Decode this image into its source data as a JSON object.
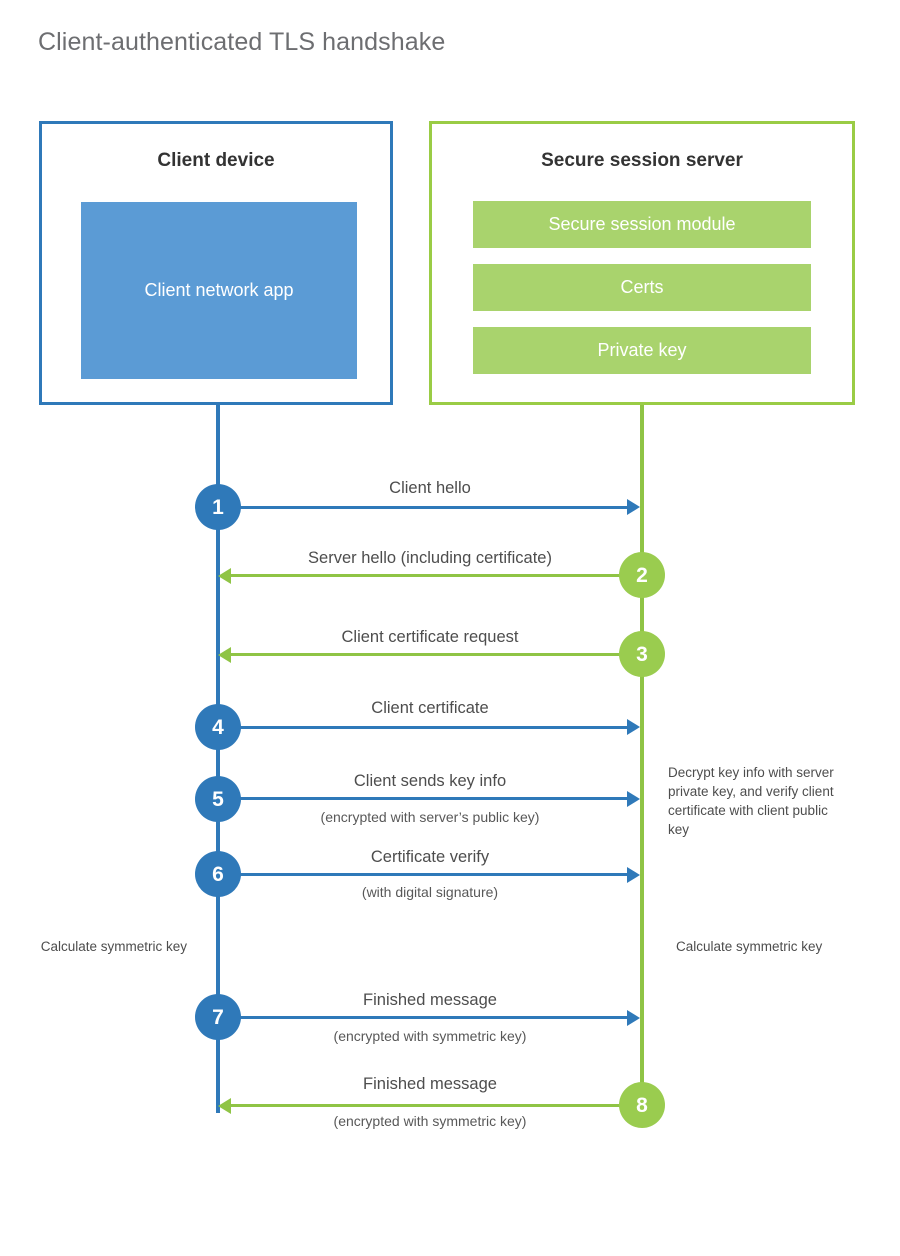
{
  "title": "Client-authenticated TLS handshake",
  "colors": {
    "client_blue": "#2f79b9",
    "client_fill": "#5b9bd5",
    "server_green": "#9acc45",
    "server_fill": "#a9d36d",
    "step_green": "#9acc4f",
    "text": "#4d4d4d",
    "title_text": "#6d6e71"
  },
  "parties": {
    "client": {
      "title": "Client device",
      "blocks": [
        {
          "label": "Client network app"
        }
      ]
    },
    "server": {
      "title": "Secure session server",
      "blocks": [
        {
          "label": "Secure session module"
        },
        {
          "label": "Certs"
        },
        {
          "label": "Private key"
        }
      ]
    }
  },
  "steps": [
    {
      "number": "1",
      "label": "Client hello",
      "sublabel": "",
      "direction": "right",
      "color": "blue"
    },
    {
      "number": "2",
      "label": "Server hello (including certificate)",
      "sublabel": "",
      "direction": "left",
      "color": "green"
    },
    {
      "number": "3",
      "label": "Client certificate request",
      "sublabel": "",
      "direction": "left",
      "color": "green"
    },
    {
      "number": "4",
      "label": "Client certificate",
      "sublabel": "",
      "direction": "right",
      "color": "blue"
    },
    {
      "number": "5",
      "label": "Client sends key info",
      "sublabel": "(encrypted with server’s public key)",
      "direction": "right",
      "color": "blue"
    },
    {
      "number": "6",
      "label": "Certificate verify",
      "sublabel": "(with digital signature)",
      "direction": "right",
      "color": "blue"
    },
    {
      "number": "7",
      "label": "Finished message",
      "sublabel": "(encrypted with symmetric key)",
      "direction": "right",
      "color": "blue"
    },
    {
      "number": "8",
      "label": "Finished message",
      "sublabel": "(encrypted with symmetric key)",
      "direction": "left",
      "color": "green"
    }
  ],
  "notes": {
    "server_decrypt": "Decrypt key info with server private key, and verify client certificate with client public key",
    "client_calculate": "Calculate symmetric key",
    "server_calculate": "Calculate symmetric key"
  }
}
